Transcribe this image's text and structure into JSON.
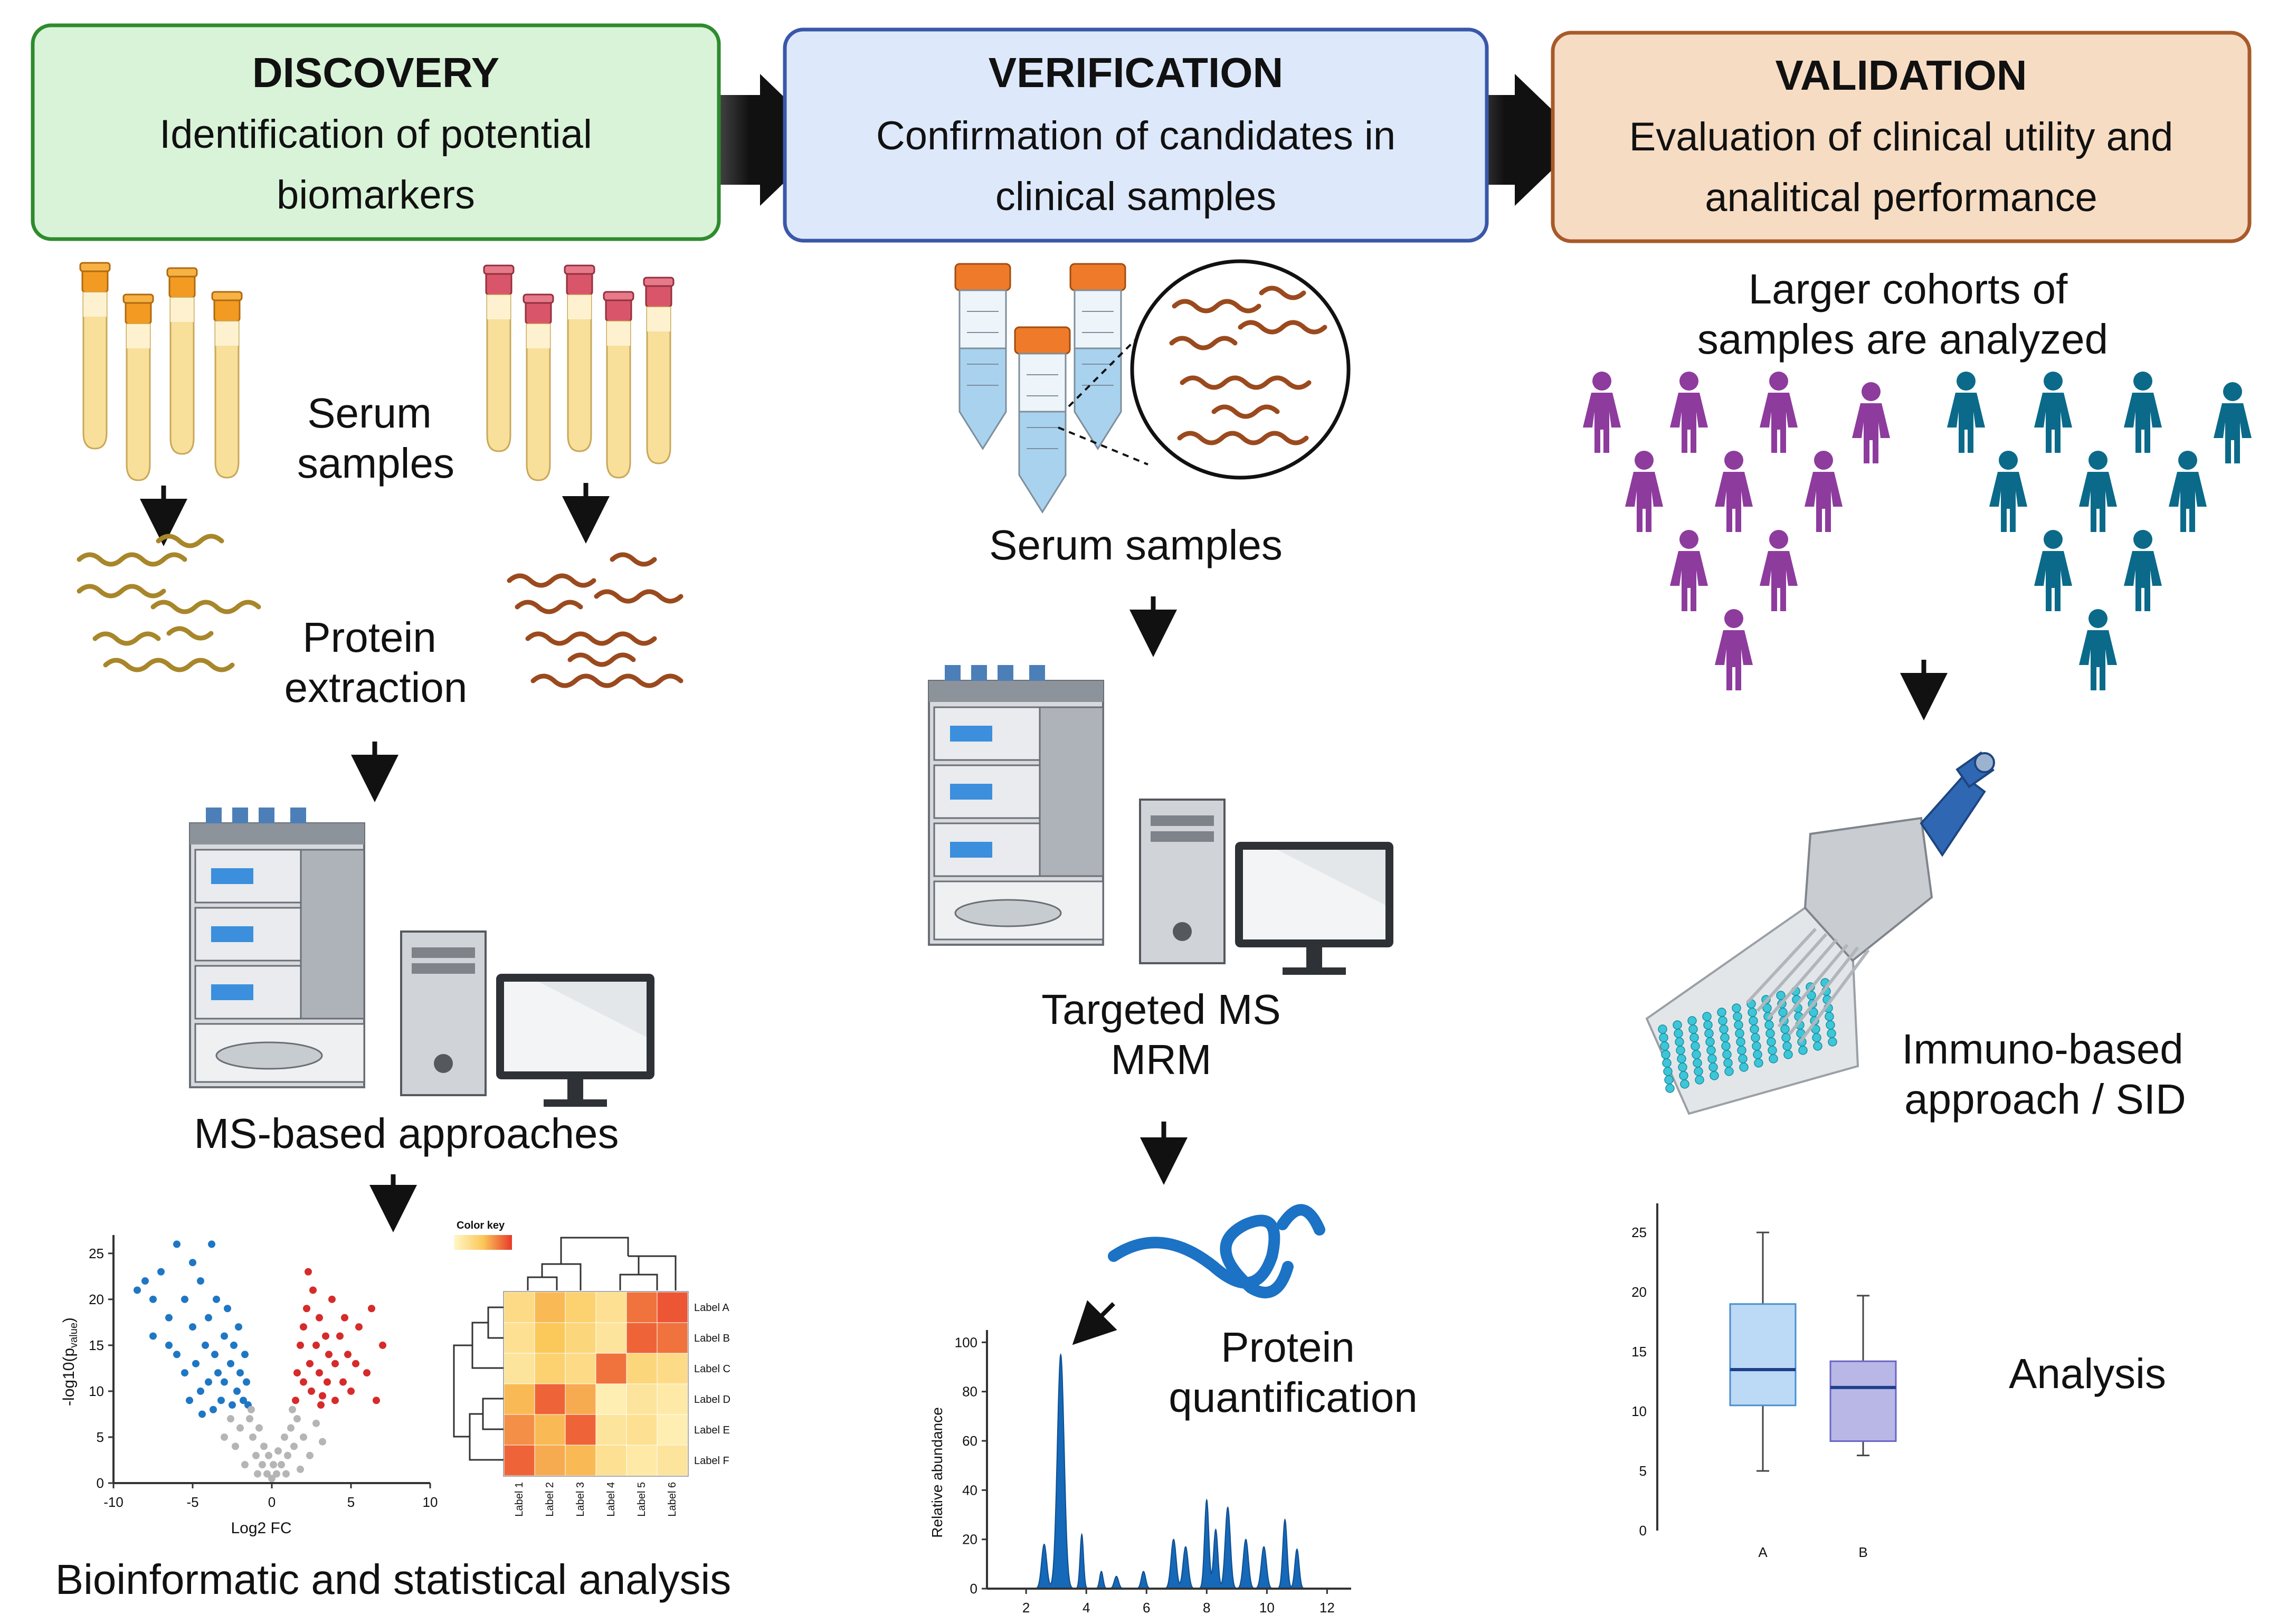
{
  "phases": [
    {
      "title": "DISCOVERY",
      "line1": "Identification of potential",
      "line2": "biomarkers",
      "fill": "#d9f3d8",
      "stroke": "#2e8b2e"
    },
    {
      "title": "VERIFICATION",
      "line1": "Confirmation of candidates in",
      "line2": "clinical samples",
      "fill": "#dde8fb",
      "stroke": "#3a57a8"
    },
    {
      "title": "VALIDATION",
      "line1": "Evaluation of clinical utility and",
      "line2": "analitical performance",
      "fill": "#f7dcc4",
      "stroke": "#a85a2a"
    }
  ],
  "discovery": {
    "serum_1": "Serum",
    "serum_2": "samples",
    "extract_1": "Protein",
    "extract_2": "extraction",
    "ms": "MS-based approaches",
    "bio": "Bioinformatic and statistical analysis",
    "volcano": {
      "xlabel": "Log2 FC",
      "ylabel": "-log10(p",
      "ylabel_sub": "value",
      "ylabel_end": ")",
      "xticks": [
        "-10",
        "-5",
        "0",
        "5",
        "10"
      ],
      "yticks": [
        "0",
        "5",
        "10",
        "15",
        "20",
        "25"
      ]
    },
    "heatmap": {
      "color_key": "Color key",
      "row_labels": [
        "Label A",
        "Label B",
        "Label C",
        "Label D",
        "Label E",
        "Label F"
      ],
      "col_labels": [
        "Label 1",
        "Label 2",
        "Label 3",
        "Label 4",
        "Label 5",
        "Label 6"
      ],
      "values": [
        [
          0.3,
          0.55,
          0.4,
          0.25,
          0.8,
          0.9
        ],
        [
          0.25,
          0.5,
          0.35,
          0.2,
          0.85,
          0.8
        ],
        [
          0.2,
          0.4,
          0.3,
          0.8,
          0.35,
          0.3
        ],
        [
          0.55,
          0.85,
          0.6,
          0.1,
          0.2,
          0.15
        ],
        [
          0.7,
          0.55,
          0.85,
          0.2,
          0.25,
          0.1
        ],
        [
          0.85,
          0.6,
          0.55,
          0.25,
          0.15,
          0.2
        ]
      ]
    }
  },
  "verification": {
    "serum": "Serum samples",
    "targeted_1": "Targeted MS",
    "targeted_2": "MRM",
    "quant_1": "Protein",
    "quant_2": "quantification",
    "spectrum": {
      "ylabel": "Relative abundance",
      "xticks": [
        "2",
        "4",
        "6",
        "8",
        "10",
        "12"
      ],
      "yticks": [
        "0",
        "20",
        "40",
        "60",
        "80",
        "100"
      ]
    }
  },
  "validation": {
    "cohort_1": "Larger cohorts of",
    "cohort_2": "samples are analyzed",
    "immuno_1": "Immuno-based",
    "immuno_2": "approach / SID",
    "analysis": "Analysis",
    "boxplot": {
      "categories": [
        "A",
        "B"
      ],
      "yticks": [
        "0",
        "5",
        "10",
        "15",
        "20",
        "25"
      ]
    },
    "cohort_colors": [
      "#8e3b9e",
      "#0b6a8a"
    ]
  },
  "chart_data": [
    {
      "type": "scatter",
      "name": "volcano",
      "xlabel": "Log2 FC",
      "ylabel": "-log10(pvalue)",
      "xlim": [
        -10,
        10
      ],
      "ylim": [
        0,
        27
      ],
      "series": [
        {
          "name": "down",
          "color": "#1f77c4",
          "points": [
            [
              -8.5,
              21
            ],
            [
              -8,
              22
            ],
            [
              -7.5,
              16
            ],
            [
              -7,
              23
            ],
            [
              -6.5,
              18
            ],
            [
              -6,
              26
            ],
            [
              -6,
              14
            ],
            [
              -5.5,
              12
            ],
            [
              -5.5,
              20
            ],
            [
              -5,
              24
            ],
            [
              -5,
              17
            ],
            [
              -4.8,
              13
            ],
            [
              -4.5,
              22
            ],
            [
              -4.5,
              10
            ],
            [
              -4.2,
              15
            ],
            [
              -4,
              18
            ],
            [
              -4,
              11
            ],
            [
              -3.8,
              26
            ],
            [
              -3.6,
              14
            ],
            [
              -3.5,
              20
            ],
            [
              -3.4,
              12
            ],
            [
              -3.2,
              9
            ],
            [
              -3,
              16
            ],
            [
              -3,
              11
            ],
            [
              -2.8,
              19
            ],
            [
              -2.6,
              13
            ],
            [
              -2.5,
              8.5
            ],
            [
              -2.4,
              15
            ],
            [
              -2.2,
              10
            ],
            [
              -2.1,
              17
            ],
            [
              -2,
              12
            ],
            [
              -1.8,
              9
            ],
            [
              -1.7,
              14
            ],
            [
              -1.6,
              11
            ],
            [
              -1.5,
              8.5
            ],
            [
              -6.5,
              15
            ],
            [
              -7.5,
              20
            ],
            [
              -5.2,
              9
            ],
            [
              -4.4,
              7.5
            ],
            [
              -3.7,
              8
            ]
          ]
        },
        {
          "name": "up",
          "color": "#d62b2b",
          "points": [
            [
              1.5,
              9
            ],
            [
              1.6,
              12
            ],
            [
              1.8,
              15
            ],
            [
              2,
              17
            ],
            [
              2,
              11
            ],
            [
              2.2,
              19
            ],
            [
              2.4,
              13
            ],
            [
              2.5,
              10
            ],
            [
              2.6,
              21
            ],
            [
              2.8,
              15
            ],
            [
              3,
              12
            ],
            [
              3,
              18
            ],
            [
              3.2,
              9.5
            ],
            [
              3.4,
              16
            ],
            [
              3.5,
              11
            ],
            [
              3.6,
              14
            ],
            [
              3.8,
              20
            ],
            [
              4,
              13
            ],
            [
              4,
              9
            ],
            [
              4.3,
              16
            ],
            [
              4.5,
              11
            ],
            [
              4.8,
              14
            ],
            [
              5,
              10
            ],
            [
              5.3,
              13
            ],
            [
              5.5,
              17
            ],
            [
              6,
              12
            ],
            [
              6.3,
              19
            ],
            [
              6.6,
              9
            ],
            [
              7,
              15
            ],
            [
              4.6,
              18
            ],
            [
              2.3,
              23
            ],
            [
              3.1,
              8.5
            ]
          ]
        },
        {
          "name": "ns",
          "color": "#b5b5b5",
          "points": [
            [
              -1.4,
              7
            ],
            [
              -1.2,
              5
            ],
            [
              -1,
              3
            ],
            [
              -0.8,
              6
            ],
            [
              -0.6,
              2
            ],
            [
              -0.5,
              4
            ],
            [
              -0.3,
              1
            ],
            [
              -0.2,
              3
            ],
            [
              0,
              0.5
            ],
            [
              0.1,
              2
            ],
            [
              0.3,
              1
            ],
            [
              0.4,
              3.5
            ],
            [
              0.6,
              2
            ],
            [
              0.8,
              5
            ],
            [
              1,
              3
            ],
            [
              1.2,
              6
            ],
            [
              1.4,
              4
            ],
            [
              1.6,
              7
            ],
            [
              -2,
              6
            ],
            [
              -2.3,
              4
            ],
            [
              -1.7,
              2
            ],
            [
              2,
              5
            ],
            [
              2.4,
              3
            ],
            [
              1.8,
              1.5
            ],
            [
              -0.9,
              1
            ],
            [
              0.9,
              1
            ],
            [
              -2.6,
              7
            ],
            [
              2.8,
              6.5
            ],
            [
              -1.3,
              8
            ],
            [
              1.3,
              8
            ],
            [
              -3,
              5
            ],
            [
              3.2,
              4.5
            ]
          ]
        }
      ]
    },
    {
      "type": "heatmap",
      "name": "heatmap",
      "rows": [
        "Label A",
        "Label B",
        "Label C",
        "Label D",
        "Label E",
        "Label F"
      ],
      "cols": [
        "Label 1",
        "Label 2",
        "Label 3",
        "Label 4",
        "Label 5",
        "Label 6"
      ]
    },
    {
      "type": "area",
      "name": "spectrum",
      "ylabel": "Relative abundance",
      "xlim": [
        0.7,
        12.8
      ],
      "ylim": [
        0,
        105
      ],
      "peaks": [
        {
          "x": 2.6,
          "h": 18,
          "w": 0.12
        },
        {
          "x": 3.15,
          "h": 95,
          "w": 0.16
        },
        {
          "x": 3.85,
          "h": 22,
          "w": 0.08
        },
        {
          "x": 4.5,
          "h": 7,
          "w": 0.08
        },
        {
          "x": 5.0,
          "h": 5,
          "w": 0.1
        },
        {
          "x": 5.9,
          "h": 7,
          "w": 0.1
        },
        {
          "x": 6.9,
          "h": 20,
          "w": 0.12
        },
        {
          "x": 7.3,
          "h": 17,
          "w": 0.12
        },
        {
          "x": 8.0,
          "h": 36,
          "w": 0.1
        },
        {
          "x": 8.3,
          "h": 24,
          "w": 0.1
        },
        {
          "x": 8.7,
          "h": 33,
          "w": 0.12
        },
        {
          "x": 9.3,
          "h": 20,
          "w": 0.12
        },
        {
          "x": 9.9,
          "h": 17,
          "w": 0.12
        },
        {
          "x": 10.6,
          "h": 28,
          "w": 0.1
        },
        {
          "x": 11.0,
          "h": 16,
          "w": 0.1
        }
      ]
    },
    {
      "type": "box",
      "name": "boxplot",
      "categories": [
        "A",
        "B"
      ],
      "ylim": [
        0,
        27
      ],
      "boxes": [
        {
          "min": 5,
          "q1": 10.5,
          "median": 13.5,
          "q3": 19,
          "max": 25,
          "fill": "#bcd9f5",
          "stroke": "#4a8fd0"
        },
        {
          "min": 6.3,
          "q1": 7.5,
          "median": 12,
          "q3": 14.2,
          "max": 19.7,
          "fill": "#b9b7e6",
          "stroke": "#6a66c6"
        }
      ]
    }
  ]
}
